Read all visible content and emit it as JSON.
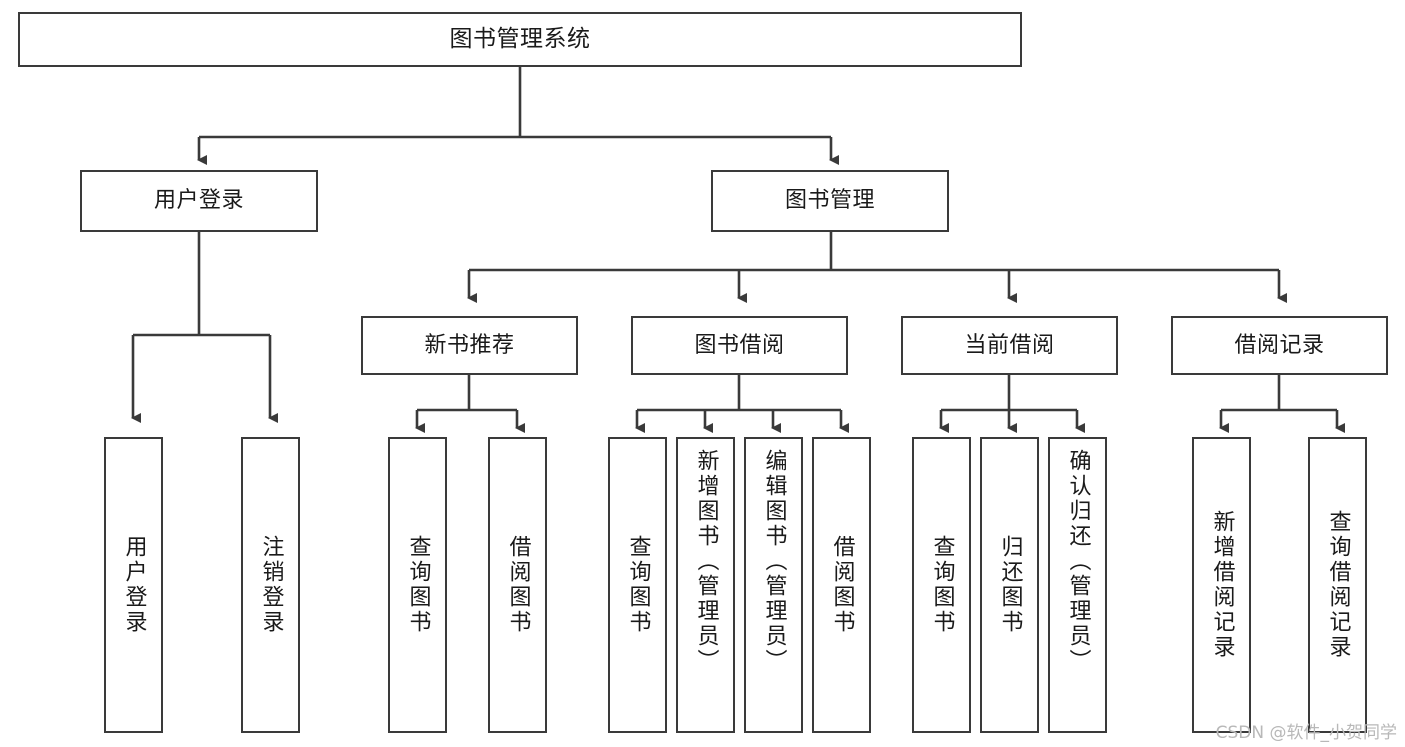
{
  "diagram": {
    "title": "图书管理系统",
    "type": "tree-hierarchy-diagram",
    "stroke_color": "#3a3a3a",
    "fill_color": "#ffffff",
    "text_color": "#1a1a1a"
  },
  "nodes": {
    "root": {
      "label": "图书管理系统"
    },
    "level2": [
      {
        "label": "用户登录"
      },
      {
        "label": "图书管理"
      }
    ],
    "level3": [
      {
        "label": "新书推荐"
      },
      {
        "label": "图书借阅"
      },
      {
        "label": "当前借阅"
      },
      {
        "label": "借阅记录"
      }
    ],
    "leaves": {
      "user_login": [
        {
          "label": "用户登录"
        },
        {
          "label": "注销登录"
        }
      ],
      "new_book_recommend": [
        {
          "label": "查询图书"
        },
        {
          "label": "借阅图书"
        }
      ],
      "book_borrow": [
        {
          "label": "查询图书"
        },
        {
          "label": "新增图书（管理员）"
        },
        {
          "label": "编辑图书（管理员）"
        },
        {
          "label": "借阅图书"
        }
      ],
      "current_borrow": [
        {
          "label": "查询图书"
        },
        {
          "label": "归还图书"
        },
        {
          "label": "确认归还（管理员）"
        }
      ],
      "borrow_records": [
        {
          "label": "新增借阅记录"
        },
        {
          "label": "查询借阅记录"
        }
      ]
    }
  },
  "watermark": {
    "text": "CSDN @软件_小贺同学"
  }
}
